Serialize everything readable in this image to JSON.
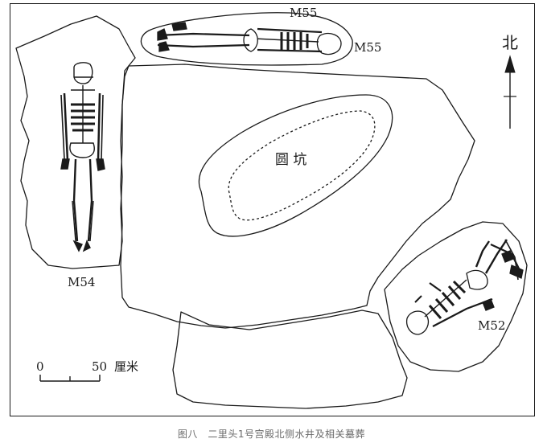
{
  "figure": {
    "labels": {
      "pit": "圆  坑",
      "burial_m54": "M54",
      "burial_m55_top": "M55",
      "burial_m55_side": "M55",
      "burial_m52": "M52",
      "north": "北"
    },
    "scale_bar": {
      "zero": "0",
      "value": "50",
      "unit": "厘米"
    }
  },
  "caption": "图八　二里头1号宫殿北侧水井及相关墓葬",
  "colors": {
    "ink": "#1a1a1a",
    "caption": "#6a6a6a"
  }
}
